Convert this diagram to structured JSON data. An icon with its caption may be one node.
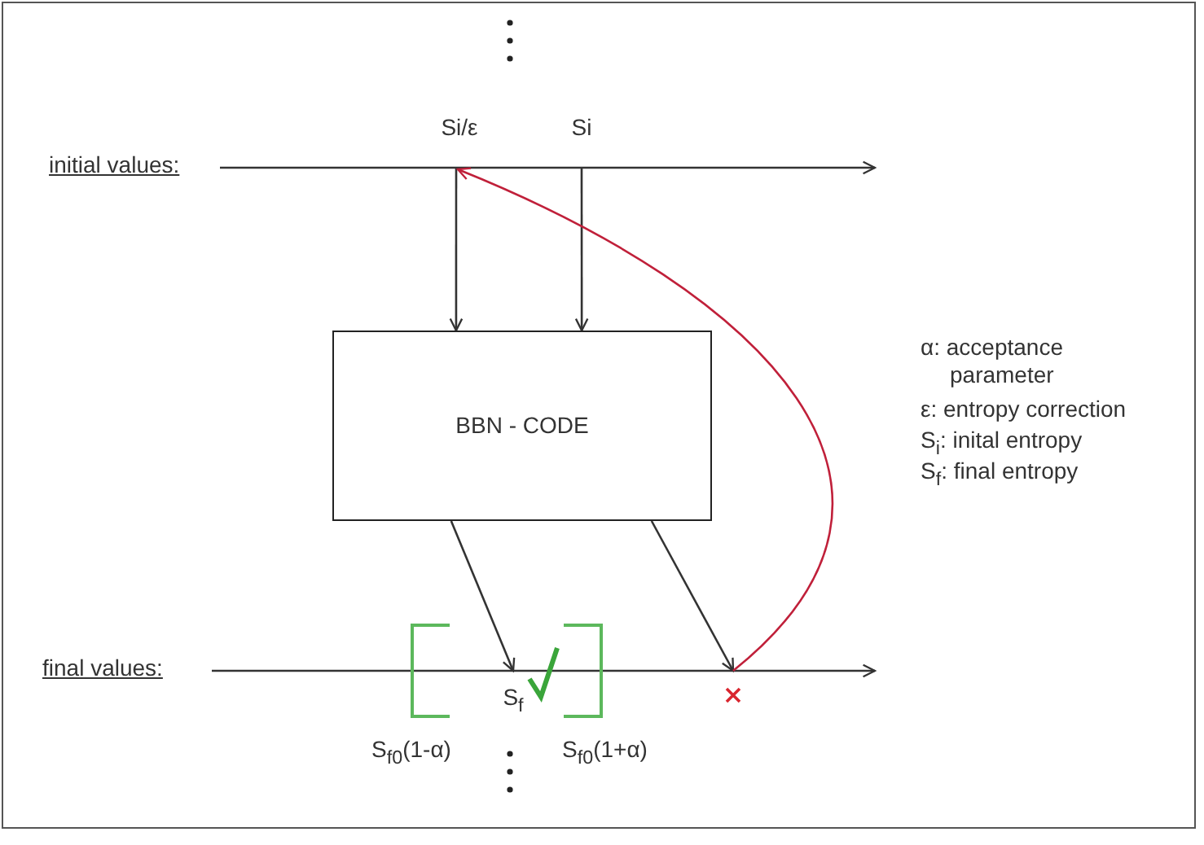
{
  "diagram": {
    "nodes": [
      {
        "text": [
          "Si/ε"
        ]
      },
      {
        "text": [
          "Si"
        ]
      },
      {
        "text": [
          "BBN - CODE"
        ]
      },
      {
        "text": [
          "S$_{f}$"
        ]
      },
      {
        "text": [],
        "shape": "cross"
      }
    ],
    "edges": [
      {
        "from": 0,
        "to": 2,
        "arrow": "to"
      },
      {
        "from": 1,
        "to": 2,
        "arrow": "to"
      },
      {
        "from": 2,
        "to": 3,
        "arrow": "to"
      },
      {
        "from": 2,
        "to": 4,
        "arrow": "to"
      },
      {
        "from": 4,
        "to": 0,
        "arrow": "to",
        "color": "#c0203a"
      }
    ],
    "labels": [
      "initial values:",
      "α: acceptance parameter",
      "ε: entropy correction",
      "S$_{i}$: inital entropy",
      "S$_{f}$: final entropy",
      "final values:",
      "S$_{f0}$(1-α)",
      "S$_{f0}$(1+α)"
    ]
  }
}
